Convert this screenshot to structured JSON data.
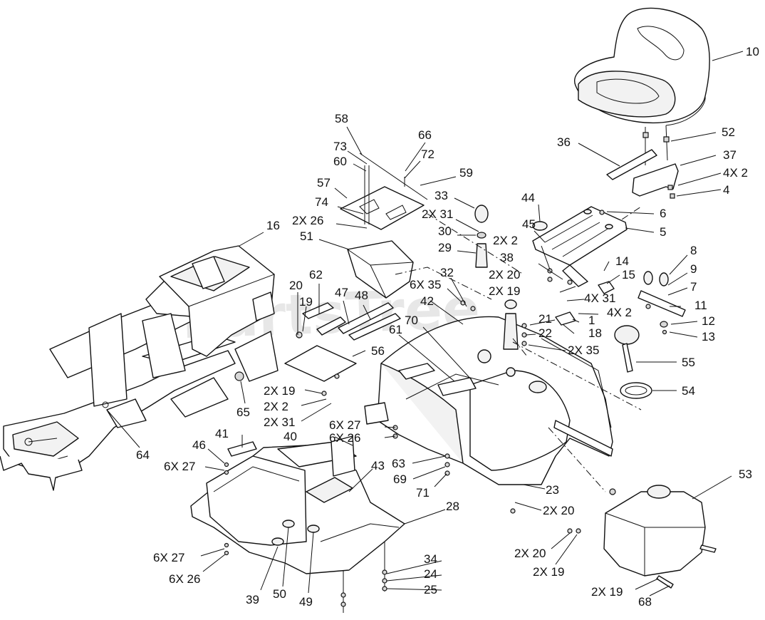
{
  "watermark": "PartsTree",
  "callouts": {
    "c10": "10",
    "c52": "52",
    "c36": "36",
    "c37": "37",
    "c4x2a": "4X 2",
    "c4": "4",
    "c44": "44",
    "c6": "6",
    "c45": "45",
    "c5": "5",
    "c2x2a": "2X 2",
    "c38": "38",
    "c14": "14",
    "c8": "8",
    "c15": "15",
    "c9": "9",
    "c2x20a": "2X 20",
    "c7": "7",
    "c2x19a": "2X 19",
    "c4x31": "4X 31",
    "c11": "11",
    "c4x2b": "4X 2",
    "c21": "21",
    "c1": "1",
    "c12": "12",
    "c22": "22",
    "c18": "18",
    "c13": "13",
    "c2x35": "2X 35",
    "c55": "55",
    "c54": "54",
    "c58": "58",
    "c66": "66",
    "c73": "73",
    "c72": "72",
    "c60": "60",
    "c59": "59",
    "c57": "57",
    "c33": "33",
    "c74": "74",
    "c2x31a": "2X 31",
    "c2x26": "2X 26",
    "c30": "30",
    "c51": "51",
    "c29": "29",
    "c16": "16",
    "c32": "32",
    "c6x35": "6X 35",
    "c62": "62",
    "c20": "20",
    "c19": "19",
    "c47": "47",
    "c48": "48",
    "c42": "42",
    "c70": "70",
    "c61": "61",
    "c56": "56",
    "c2x19b": "2X 19",
    "c2x2b": "2X 2",
    "c2x31b": "2X 31",
    "c65": "65",
    "c6x27a": "6X 27",
    "c6x26a": "6X 26",
    "c40": "40",
    "c41": "41",
    "c46": "46",
    "c6x27b": "6X 27",
    "c64": "64",
    "c43": "43",
    "c63": "63",
    "c69": "69",
    "c71": "71",
    "c23": "23",
    "c53": "53",
    "c2x20b": "2X 20",
    "c28": "28",
    "c2x20c": "2X 20",
    "c2x19c": "2X 19",
    "c6x27c": "6X 27",
    "c34": "34",
    "c24": "24",
    "c6x26b": "6X 26",
    "c25": "25",
    "c39": "39",
    "c50": "50",
    "c49": "49",
    "c2x19d": "2X 19",
    "c68": "68"
  }
}
